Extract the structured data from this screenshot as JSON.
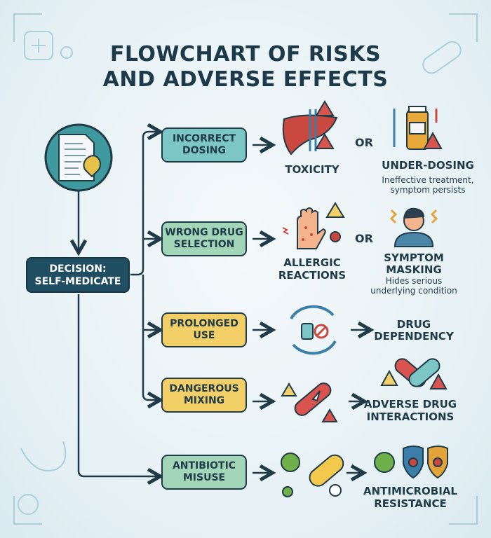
{
  "title": {
    "line1": "FLOWCHART OF RISKS",
    "line2": "AND ADVERSE EFFECTS"
  },
  "decision": {
    "line1": "DECISION:",
    "line2": "SELF-MEDICATE"
  },
  "colors": {
    "navy": "#1f4e63",
    "teal": "#7cc6c6",
    "green": "#a3d6b8",
    "yellow": "#f2d067",
    "alert": "#d9534f"
  },
  "branches": [
    {
      "label1": "INCORRECT",
      "label2": "DOSING"
    },
    {
      "label1": "WRONG DRUG",
      "label2": "SELECTION"
    },
    {
      "label1": "PROLONGED",
      "label2": "USE"
    },
    {
      "label1": "DANGEROUS",
      "label2": "MIXING"
    },
    {
      "label1": "ANTIBIOTIC",
      "label2": "MISUSE"
    }
  ],
  "outcomes": {
    "toxicity": "TOXICITY",
    "or": "OR",
    "underdosing": {
      "title": "UNDER-DOSING",
      "sub1": "Ineffective treatment,",
      "sub2": "symptom persists"
    },
    "allergic": {
      "line1": "ALLERGIC",
      "line2": "REACTIONS"
    },
    "masking": {
      "line1": "SYMPTOM",
      "line2": "MASKING",
      "sub1": "Hides serious",
      "sub2": "underlying condition"
    },
    "dependency": {
      "line1": "DRUG",
      "line2": "DEPENDENCY"
    },
    "interactions": {
      "line1": "ADVERSE DRUG",
      "line2": "INTERACTIONS"
    },
    "resistance": {
      "line1": "ANTIMICROBIAL",
      "line2": "RESISTANCE"
    }
  }
}
